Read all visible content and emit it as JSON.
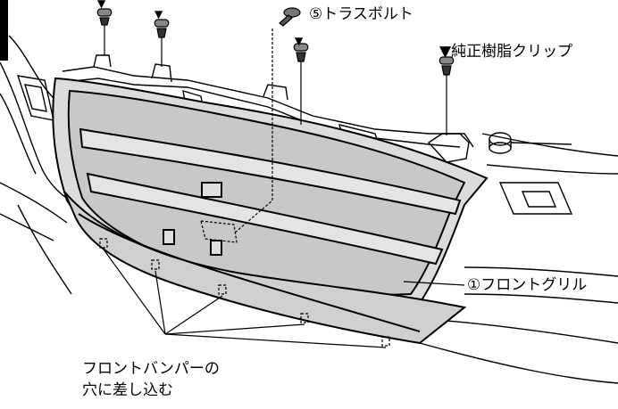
{
  "labels": {
    "truss_bolt": "⑤トラスボルト",
    "clip": "▼純正樹脂クリップ",
    "grille": "①フロントグリル",
    "bumper_line1": "フロントバンパーの",
    "bumper_line2": "穴に差し込む"
  },
  "markers": {
    "clip_symbol": "▼"
  },
  "colors": {
    "line": "#000000",
    "grille_fill": "#dcdcdc",
    "grille_inner": "#c8c8c8",
    "background": "#ffffff"
  }
}
